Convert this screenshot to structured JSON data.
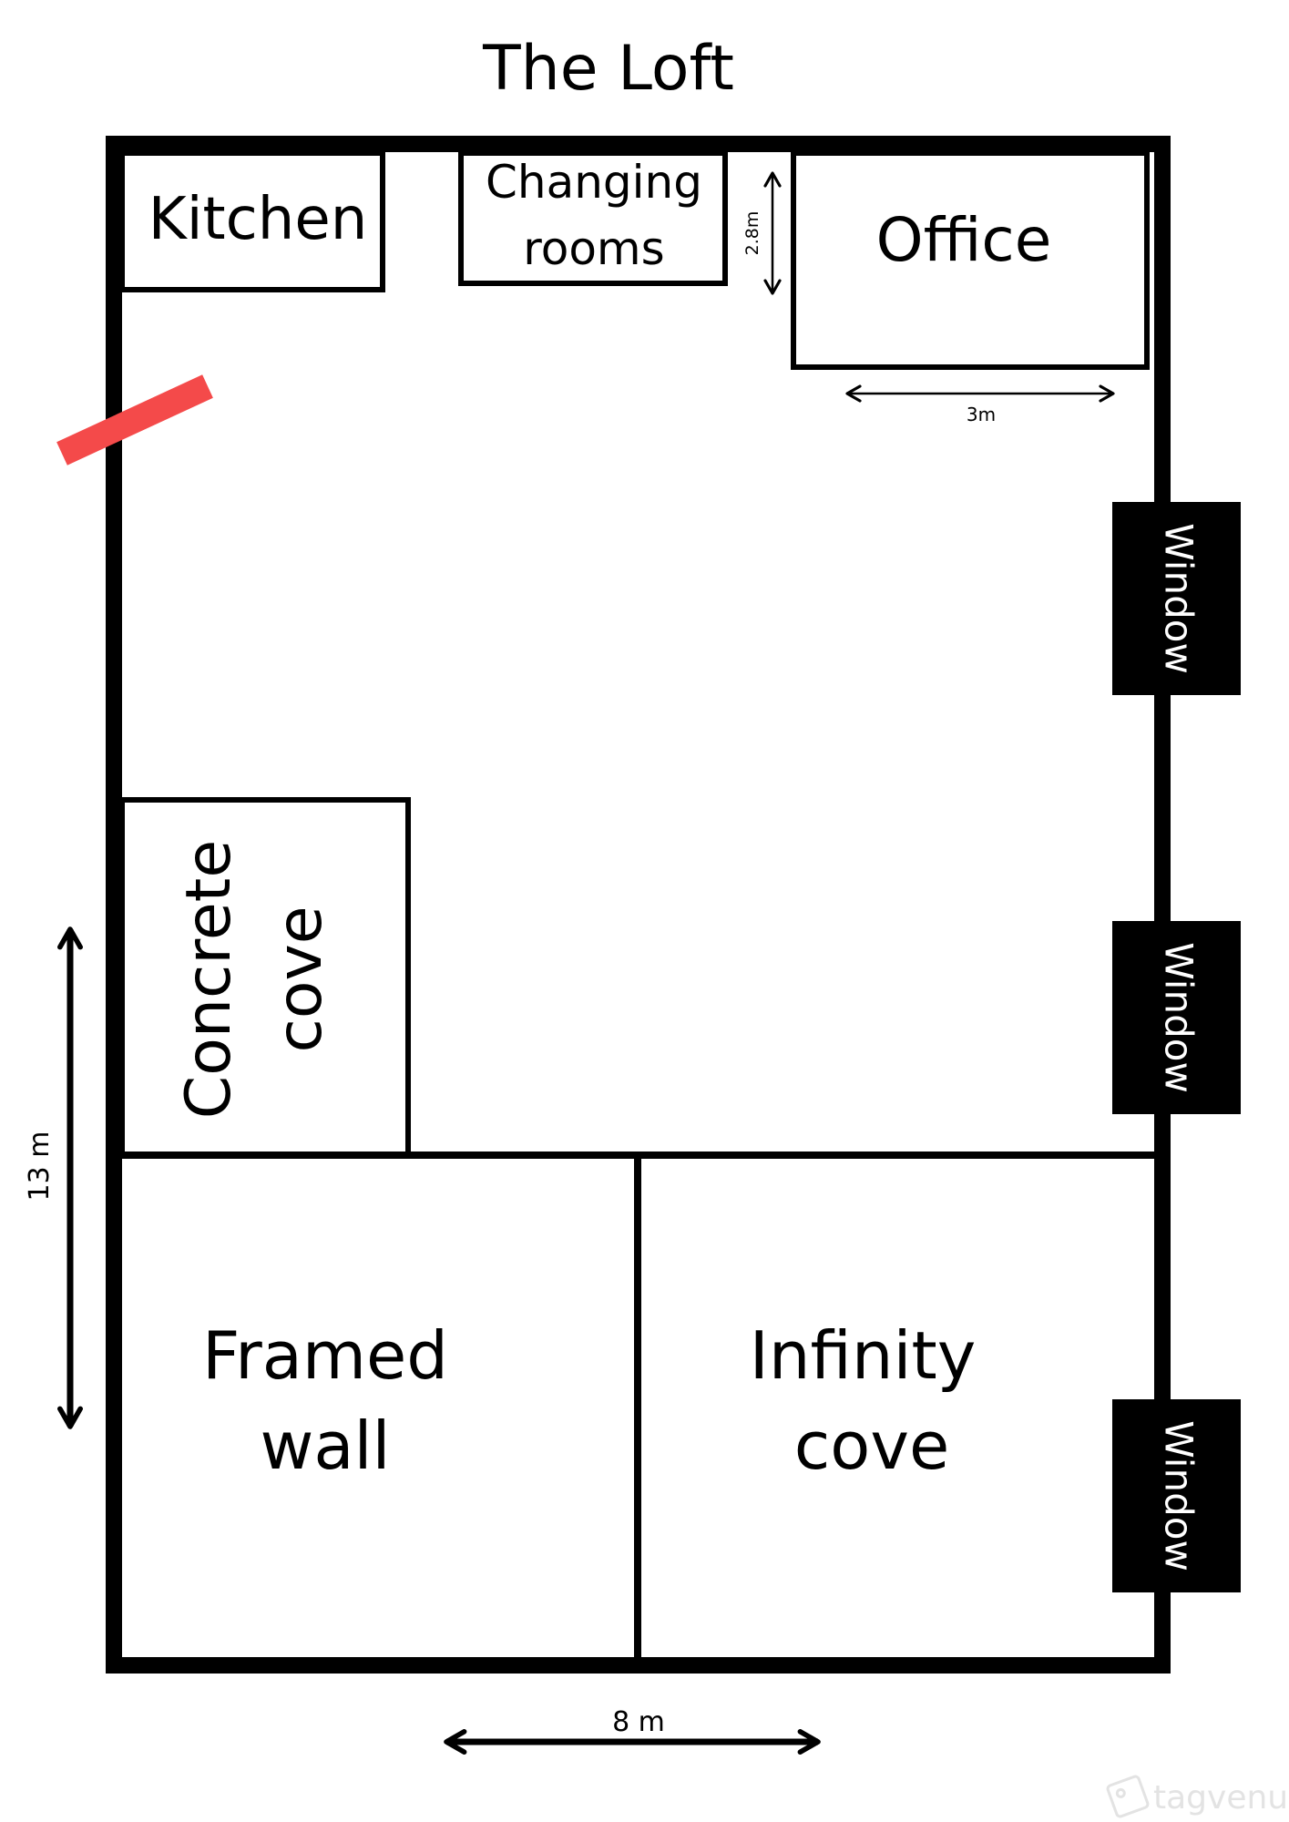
{
  "title": "The Loft",
  "rooms": {
    "kitchen": "Kitchen",
    "changing_rooms": [
      "Changing",
      "rooms"
    ],
    "office": "Office",
    "concrete_cove": [
      "Concrete",
      "cove"
    ],
    "framed_wall": [
      "Framed",
      "wall"
    ],
    "infinity_cove": [
      "Infinity",
      "cove"
    ]
  },
  "windows": [
    "Window",
    "Window",
    "Window"
  ],
  "dimensions": {
    "office_height": "2.8m",
    "office_width": "3m",
    "overall_height": "13 m",
    "overall_width": "8 m"
  },
  "watermark": "tagvenue",
  "colors": {
    "walls": "#000000",
    "door_marker": "#f44a4a",
    "window_fill": "#000000",
    "window_text": "#ffffff",
    "watermark": "#e3e3e3"
  }
}
